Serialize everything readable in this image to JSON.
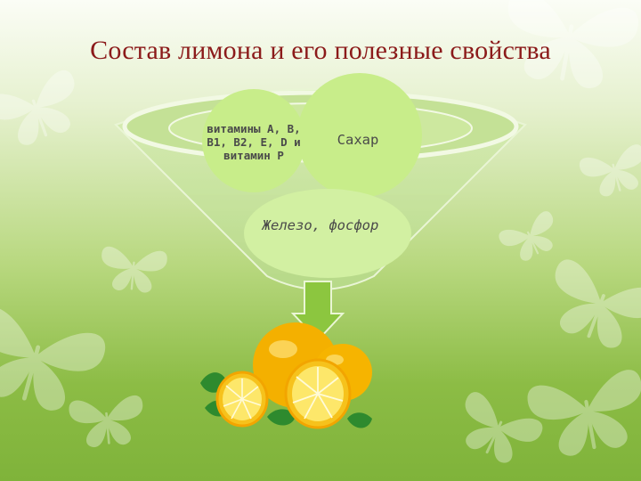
{
  "title": "Состав лимона и его полезные свойства",
  "circles": {
    "vitamins": "витамины А, В, В1, В2, Е, D и витамин Р",
    "sugar": "Сахар",
    "minerals": "Железо, фосфор"
  },
  "colors": {
    "title": "#8b1a1a",
    "circle_fill": "#c8ed8a",
    "funnel": "#a8d170",
    "arrow": "#8cc63f",
    "lemon": "#f7b500"
  },
  "icons": [
    "butterfly-icon",
    "lemon-illustration",
    "down-arrow-icon"
  ]
}
